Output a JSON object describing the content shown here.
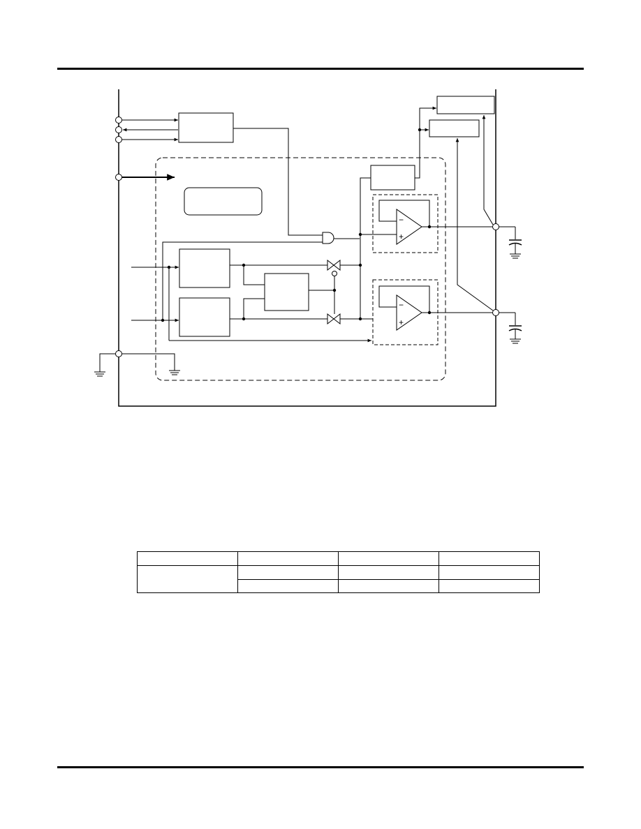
{
  "colors": {
    "ink": "#000000",
    "paper": "#ffffff"
  },
  "diagram": {
    "blocks": [
      {
        "name": "top-right-block-upper"
      },
      {
        "name": "top-right-block-lower"
      },
      {
        "name": "interface-block"
      },
      {
        "name": "control-block"
      },
      {
        "name": "rounded-label-box"
      },
      {
        "name": "input-block-upper"
      },
      {
        "name": "input-block-lower"
      },
      {
        "name": "middle-block"
      }
    ],
    "op_amps": [
      {
        "name": "op-amp-upper",
        "minus": "−",
        "plus": "+"
      },
      {
        "name": "op-amp-lower",
        "minus": "−",
        "plus": "+"
      }
    ]
  },
  "table": {
    "rows": [
      [
        "",
        "",
        "",
        ""
      ],
      [
        "",
        "",
        ""
      ],
      [
        "",
        "",
        ""
      ]
    ]
  }
}
